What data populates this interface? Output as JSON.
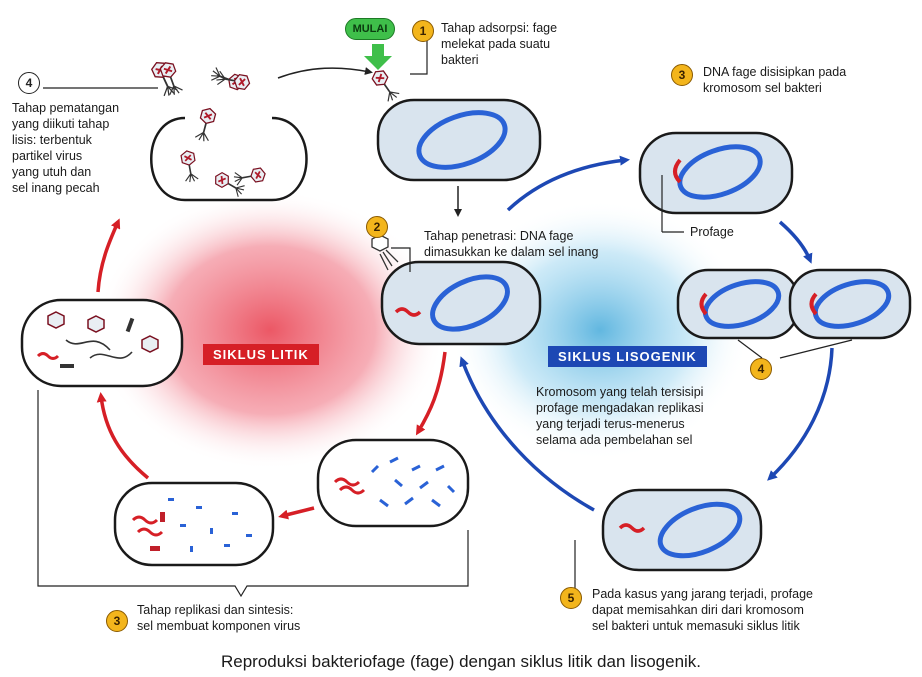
{
  "colors": {
    "lytic": "#d61f26",
    "lysogenic": "#1d48b4",
    "badge": "#f3b51c",
    "start": "#3fbf4a",
    "cell_fill": "#d9e4ee",
    "chromosome": "#2a62d6",
    "viral_dna": "#d61f26"
  },
  "labels": {
    "start": "MULAI",
    "step1_num": "1",
    "step1_text": "Tahap adsorpsi: fage\nmelekat pada suatu\nbakteri",
    "step2_num": "2",
    "step2_text": "Tahap penetrasi: DNA fage\ndimasukkan ke dalam sel inang",
    "step3_num": "3",
    "step3_text": "Tahap replikasi dan sintesis:\nsel membuat komponen virus",
    "step4_num": "4",
    "step4_text": "Tahap pematangan\nyang diikuti tahap\nlisis: terbentuk\npartikel virus\nyang utuh dan\nsel inang pecah",
    "lyso3_num": "3",
    "lyso3_text": "DNA fage disisipkan pada\nkromosom sel bakteri",
    "prophage": "Profage",
    "lyso4_num": "4",
    "lyso4_text": "Kromosom yang telah tersisipi\nprofage mengadakan replikasi\nyang terjadi terus-menerus\nselama ada pembelahan sel",
    "lyso5_num": "5",
    "lyso5_text": "Pada kasus yang jarang terjadi, profage\ndapat memisahkan diri dari kromosom\nsel bakteri untuk memasuki siklus litik",
    "lytic_cycle": "SIKLUS   LITIK",
    "lysogenic_cycle": "SIKLUS   LISOGENIK",
    "caption": "Reproduksi bakteriofage (fage) dengan siklus litik dan lisogenik."
  }
}
